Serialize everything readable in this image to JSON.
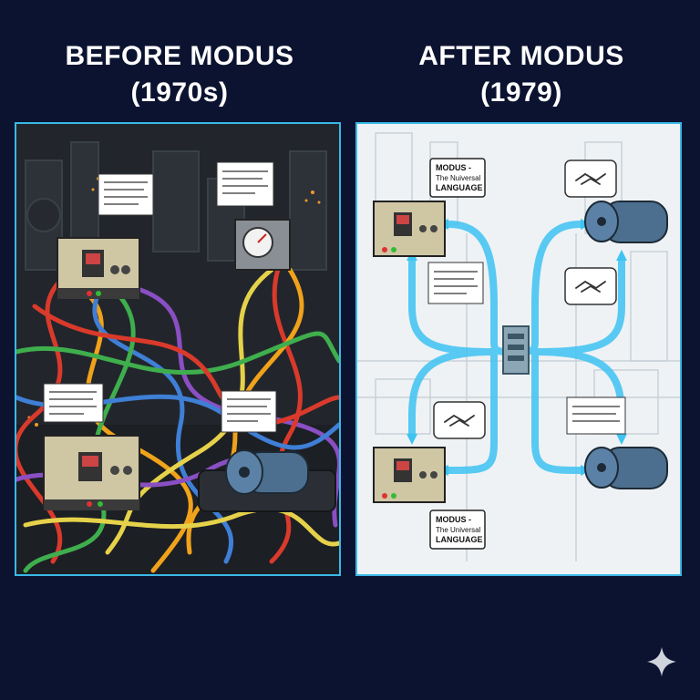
{
  "headings": {
    "before": {
      "line1": "BEFORE MODUS",
      "line2": "(1970s)"
    },
    "after": {
      "line1": "AFTER MODUS",
      "line2": "(1979)"
    }
  },
  "after_labels": {
    "top": {
      "line1": "MODUS -",
      "line2": "The Nuiversal",
      "line3": "LANGUAGE"
    },
    "bottom": {
      "line1": "MODUS -",
      "line2": "The Universal",
      "line3": "LANGUAGE"
    }
  },
  "icons": [
    "tangled-cables",
    "controller-box",
    "pressure-gauge",
    "electric-motor",
    "handshake-icon",
    "central-hub",
    "sparkle-icon"
  ],
  "colors": {
    "background": "#0b1330",
    "panel_border": "#3ab8e6",
    "flow_blue": "#3ec3f2",
    "cable_colors": [
      "#d93a2b",
      "#f0a21b",
      "#e6d24a",
      "#3f7fd6",
      "#3fae4d",
      "#8a4fc2"
    ]
  }
}
